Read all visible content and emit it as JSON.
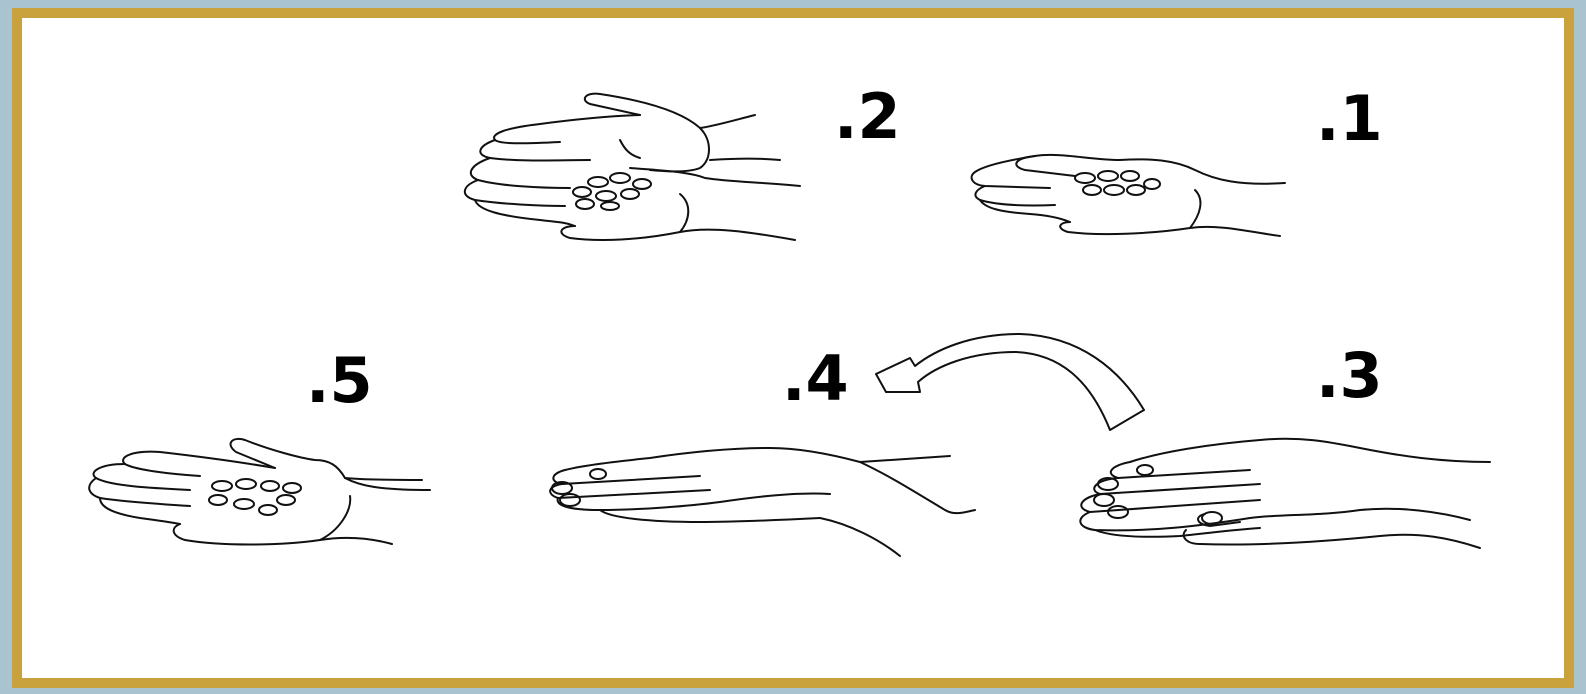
{
  "border_color": "#c9a23e",
  "background_color": "#ffffff",
  "outer_background_color": "#a9c3d0",
  "steps": [
    {
      "label": ".1"
    },
    {
      "label": ".2"
    },
    {
      "label": ".3"
    },
    {
      "label": ".4"
    },
    {
      "label": ".5"
    }
  ]
}
